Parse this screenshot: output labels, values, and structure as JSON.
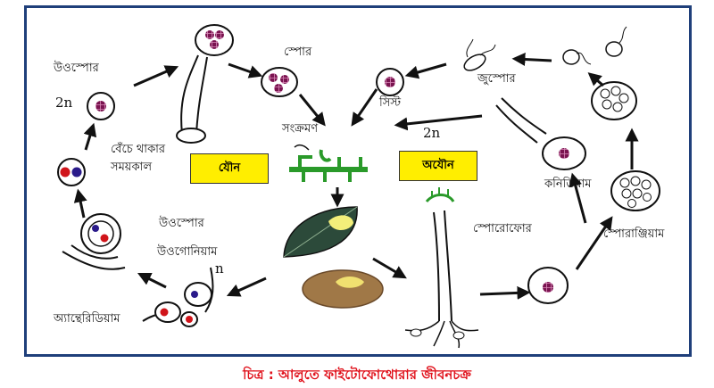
{
  "labels": {
    "oospore_top": "উওস্পোর",
    "ploidy_2n_left": "2n",
    "spore": "স্পোর",
    "infection": "সংক্রমণ",
    "cyst": "সিস্ট",
    "zoospore": "জুস্পোর",
    "ploidy_2n_right": "2n",
    "survival_period": "বেঁচে থাকার\nসময়কাল",
    "sexual": "যৌন",
    "asexual": "অযৌন",
    "conidium": "কনিডিয়াম",
    "oospore_mid": "উওস্পোর",
    "oogonium": "উওগোনিয়াম",
    "ploidy_n": "n",
    "sporophore": "স্পোরোফোর",
    "sporangium": "স্পোরাঞ্জিয়াম",
    "antheridium": "অ্যান্থেরিডিয়াম"
  },
  "caption": "চিত্র : আলুতে ফাইটোফোথোরার জীবনচক্র",
  "colors": {
    "frame": "#1f3f7a",
    "highlight_box": "#ffee00",
    "caption": "#e0101a",
    "spore_fill": "#7a1450",
    "hyphae": "#2a9a2a"
  }
}
